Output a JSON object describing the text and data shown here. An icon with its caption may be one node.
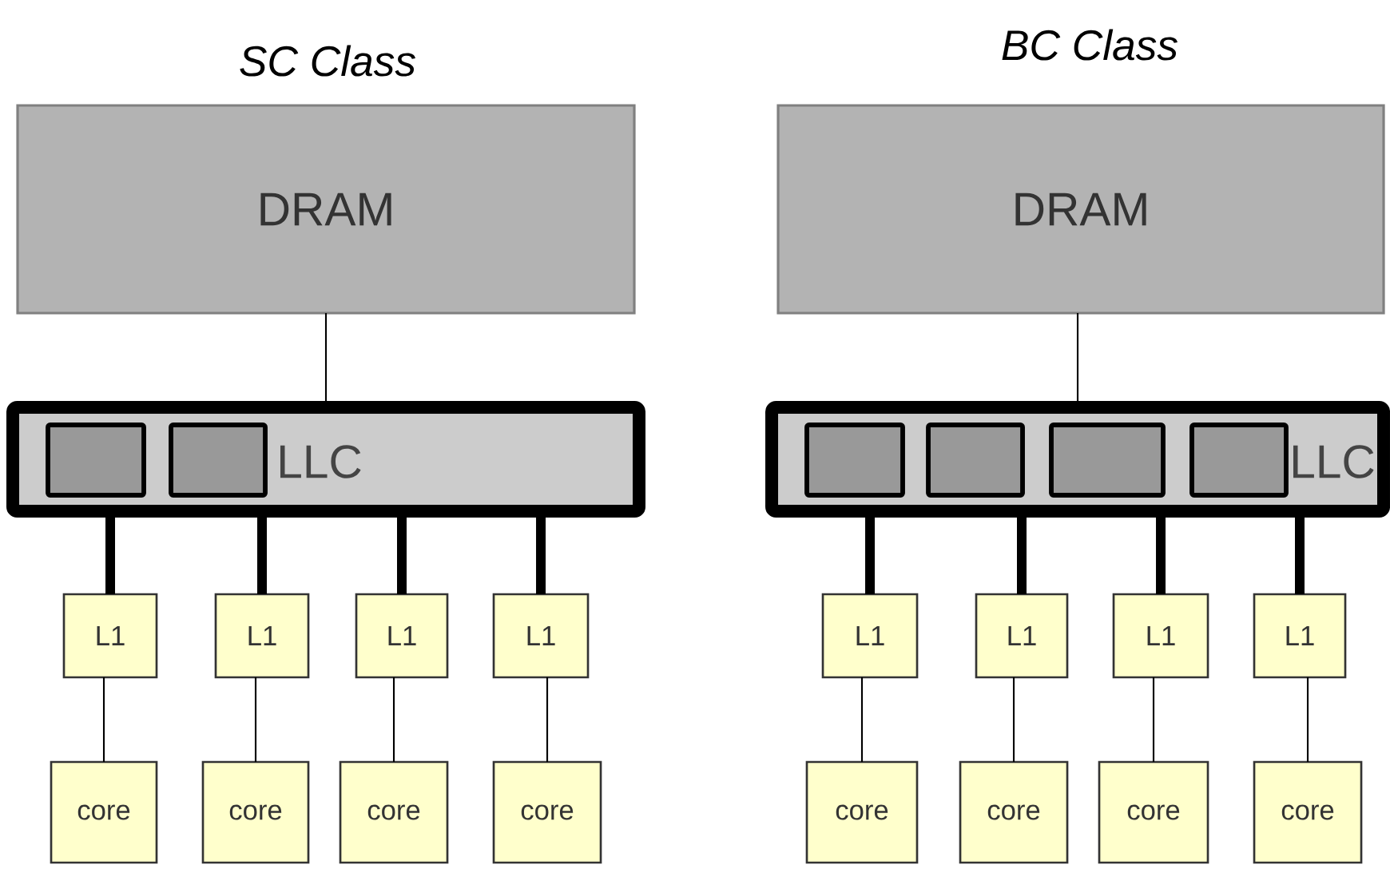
{
  "diagram": {
    "nodes": [
      {
        "text": [
          "DRAM"
        ]
      },
      {
        "text": [
          "LLC"
        ]
      },
      {
        "text": [],
        "shape": "box",
        "in": 1
      },
      {
        "text": [],
        "shape": "box",
        "in": 1
      },
      {
        "text": [
          "L1"
        ]
      },
      {
        "text": [
          "L1"
        ]
      },
      {
        "text": [
          "L1"
        ]
      },
      {
        "text": [
          "L1"
        ]
      },
      {
        "text": [
          "core"
        ]
      },
      {
        "text": [
          "core"
        ]
      },
      {
        "text": [
          "core"
        ]
      },
      {
        "text": [
          "core"
        ]
      },
      {
        "text": [
          "DRAM"
        ]
      },
      {
        "text": [
          "LLC"
        ]
      },
      {
        "text": [],
        "shape": "box",
        "in": 13
      },
      {
        "text": [],
        "shape": "box",
        "in": 13
      },
      {
        "text": [],
        "shape": "box",
        "in": 13
      },
      {
        "text": [],
        "shape": "box",
        "in": 13
      },
      {
        "text": [
          "L1"
        ]
      },
      {
        "text": [
          "L1"
        ]
      },
      {
        "text": [
          "L1"
        ]
      },
      {
        "text": [
          "L1"
        ]
      },
      {
        "text": [
          "core"
        ]
      },
      {
        "text": [
          "core"
        ]
      },
      {
        "text": [
          "core"
        ]
      },
      {
        "text": [
          "core"
        ]
      }
    ],
    "edges": [
      {
        "from": 0,
        "to": 1,
        "arrow": "none"
      },
      {
        "from": 1,
        "to": 4,
        "arrow": "none",
        "style": "thick"
      },
      {
        "from": 1,
        "to": 5,
        "arrow": "none",
        "style": "thick"
      },
      {
        "from": 1,
        "to": 6,
        "arrow": "none",
        "style": "thick"
      },
      {
        "from": 1,
        "to": 7,
        "arrow": "none",
        "style": "thick"
      },
      {
        "from": 4,
        "to": 8,
        "arrow": "none"
      },
      {
        "from": 5,
        "to": 9,
        "arrow": "none"
      },
      {
        "from": 6,
        "to": 10,
        "arrow": "none"
      },
      {
        "from": 7,
        "to": 11,
        "arrow": "none"
      },
      {
        "from": 12,
        "to": 13,
        "arrow": "none"
      },
      {
        "from": 13,
        "to": 18,
        "arrow": "none",
        "style": "thick"
      },
      {
        "from": 13,
        "to": 19,
        "arrow": "none",
        "style": "thick"
      },
      {
        "from": 13,
        "to": 20,
        "arrow": "none",
        "style": "thick"
      },
      {
        "from": 13,
        "to": 21,
        "arrow": "none",
        "style": "thick"
      },
      {
        "from": 18,
        "to": 22,
        "arrow": "none"
      },
      {
        "from": 19,
        "to": 23,
        "arrow": "none"
      },
      {
        "from": 20,
        "to": 24,
        "arrow": "none"
      },
      {
        "from": 21,
        "to": 25,
        "arrow": "none"
      }
    ],
    "labels": [
      "SC Class",
      "BC Class"
    ]
  }
}
